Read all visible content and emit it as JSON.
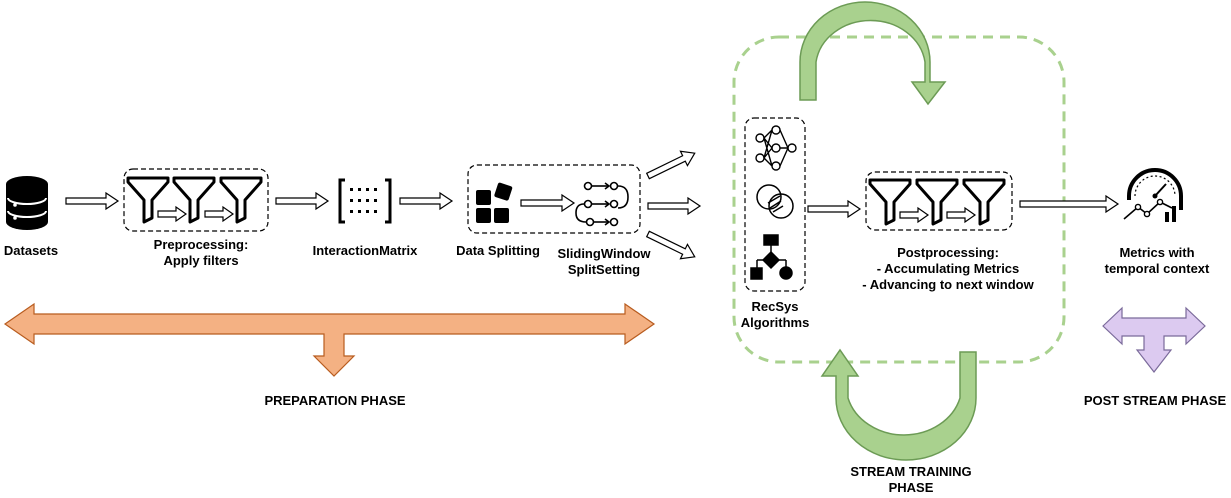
{
  "labels": {
    "datasets": "Datasets",
    "preprocessing": [
      "Preprocessing:",
      "Apply filters"
    ],
    "interaction_matrix": "InteractionMatrix",
    "data_splitting": "Data Splitting",
    "sliding_window": [
      "SlidingWindow",
      "SplitSetting"
    ],
    "recsys": [
      "RecSys",
      "Algorithms"
    ],
    "postprocessing": [
      "Postprocessing:",
      "- Accumulating Metrics",
      "- Advancing to next window"
    ],
    "metrics": [
      "Metrics with",
      "temporal context"
    ],
    "preparation_phase": "PREPARATION PHASE",
    "stream_training_phase": [
      "STREAM TRAINING",
      "PHASE"
    ],
    "post_stream_phase": "POST STREAM PHASE"
  },
  "colors": {
    "preparation": "#f4b183",
    "stream_loop": "#a9d18e",
    "stream_loop_border": "#6c9b55",
    "post_stream": "#dccaf0",
    "post_stream_border": "#7a6a9a"
  },
  "icons": [
    "database-icon",
    "funnel-icon",
    "matrix-icon",
    "blocks-icon",
    "sliding-window-icon",
    "neural-network-icon",
    "venn-icon",
    "flowchart-icon",
    "gauge-chart-icon"
  ]
}
